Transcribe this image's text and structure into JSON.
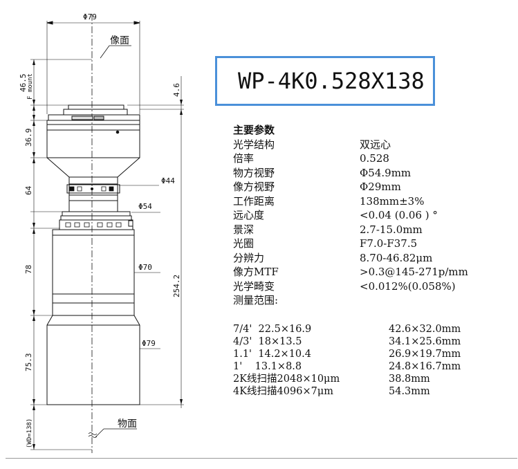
{
  "model": "WP-4K0.528X138",
  "drawing": {
    "dim_top_width": "Φ79",
    "label_image_plane": "像面",
    "label_object_plane": "物面",
    "dim_46_5": "46.5",
    "dim_f_mount": "F mount",
    "dim_4_6": "4.6",
    "dim_36_9": "36.9",
    "dim_64": "64",
    "dim_78": "78",
    "dim_75_3": "75.3",
    "dim_wd": "(WD=138)",
    "dim_total": "254.2",
    "dia_44": "Φ44",
    "dia_54": "Φ54",
    "dia_70": "Φ70",
    "dia_79": "Φ79"
  },
  "specs": {
    "heading": "主要参数",
    "rows": [
      {
        "k": "光学结构",
        "v": "双远心"
      },
      {
        "k": "倍率",
        "v": "0.528"
      },
      {
        "k": "物方视野",
        "v": "Φ54.9mm"
      },
      {
        "k": "像方视野",
        "v": "Φ29mm"
      },
      {
        "k": "工作距离",
        "v": "138mm±3%"
      },
      {
        "k": "远心度",
        "v": "<0.04 (0.06 )  °"
      },
      {
        "k": "景深",
        "v": "2.7-15.0mm"
      },
      {
        "k": "光圈",
        "v": "F7.0-F37.5"
      },
      {
        "k": "分辨力",
        "v": "8.70-46.82μm"
      },
      {
        "k": "像方MTF",
        "v": ">0.3@145-271p/mm"
      },
      {
        "k": "光学畸变",
        "v": "<0.012%(0.058%)"
      },
      {
        "k": "测量范围:",
        "v": ""
      }
    ]
  },
  "ranges": [
    {
      "a": "7/4'  22.5×16.9",
      "b": "42.6×32.0mm"
    },
    {
      "a": "4/3'  18×13.5",
      "b": "34.1×25.6mm"
    },
    {
      "a": "1.1'  14.2×10.4",
      "b": "26.9×19.7mm"
    },
    {
      "a": "1'    13.1×8.8",
      "b": "24.8×16.7mm"
    },
    {
      "a": "2K线扫描2048×10μm",
      "b": "38.8mm"
    },
    {
      "a": "4K线扫描4096×7μm",
      "b": "54.3mm"
    }
  ],
  "colors": {
    "accent_border": "#4a90d9",
    "line": "#111111"
  }
}
